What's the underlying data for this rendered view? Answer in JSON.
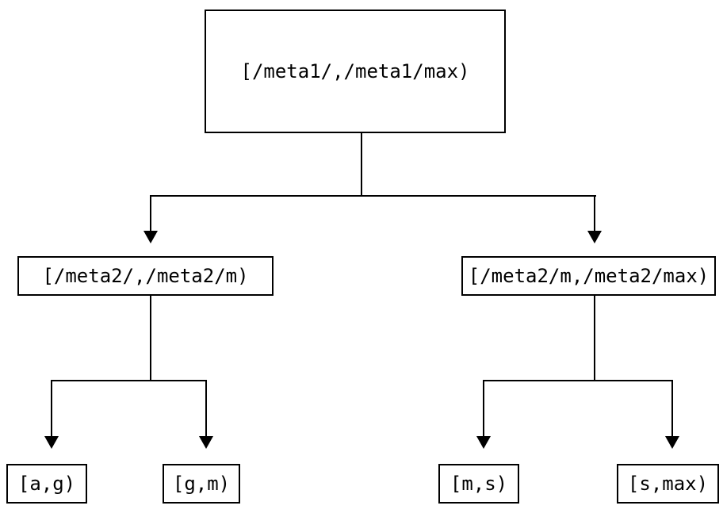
{
  "diagram": {
    "type": "tree",
    "background_color": "#ffffff",
    "line_color": "#000000",
    "text_color": "#000000",
    "root": {
      "label": "[/meta1/,/meta1/max)"
    },
    "children": [
      {
        "label": "[/meta2/,/meta2/m)",
        "children": [
          {
            "label": "[a,g)"
          },
          {
            "label": "[g,m)"
          }
        ]
      },
      {
        "label": "[/meta2/m,/meta2/max)",
        "children": [
          {
            "label": "[m,s)"
          },
          {
            "label": "[s,max)"
          }
        ]
      }
    ]
  }
}
